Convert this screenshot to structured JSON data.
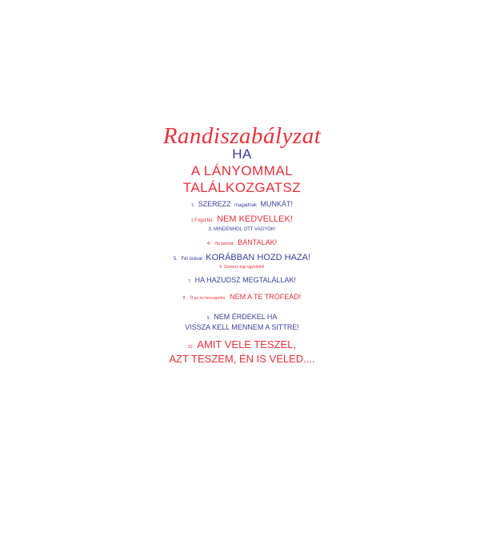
{
  "title": "Randiszabályzat",
  "heading": {
    "line1": "HA",
    "line2": "A LÁNYOMMAL",
    "line3": "TALÁLKOZGATSZ"
  },
  "rules": [
    {
      "num": "1.",
      "a": "SZEREZZ",
      "b": "magadnak",
      "c": "MUNKÁT!"
    },
    {
      "num": "2.",
      "a": "Fogd fel:",
      "b": "NEM KEDVELLEK!"
    },
    {
      "text": "3. MINDENHOL OTT VAGYOK!"
    },
    {
      "num": "4.",
      "a": "Ha bántod:",
      "b": "BÁNTALAK!"
    },
    {
      "num": "5.",
      "a": "Fél órával",
      "b": "KORÁBBAN HOZD HAZA!"
    },
    {
      "text": "6. Szerezz egy ügyvédet!"
    },
    {
      "num": "7.",
      "a": "HA HAZUDSZ MEGTALÁLLAK!"
    },
    {
      "num": "8.",
      "a": "Ő az én hercegnőm,",
      "b": "NEM A TE TRÓFEÁD!"
    },
    {
      "num": "9.",
      "a": "NEM ÉRDEKEL HA",
      "b": "VISSZA KELL MENNEM A SITTRE!"
    },
    {
      "num": "10.",
      "a": "AMIT VELE TESZEL,",
      "b": "AZT TESZEM, ÉN IS VELED...."
    }
  ],
  "colors": {
    "red": "#e8313a",
    "blue": "#3a3f9e",
    "background": "#ffffff"
  }
}
